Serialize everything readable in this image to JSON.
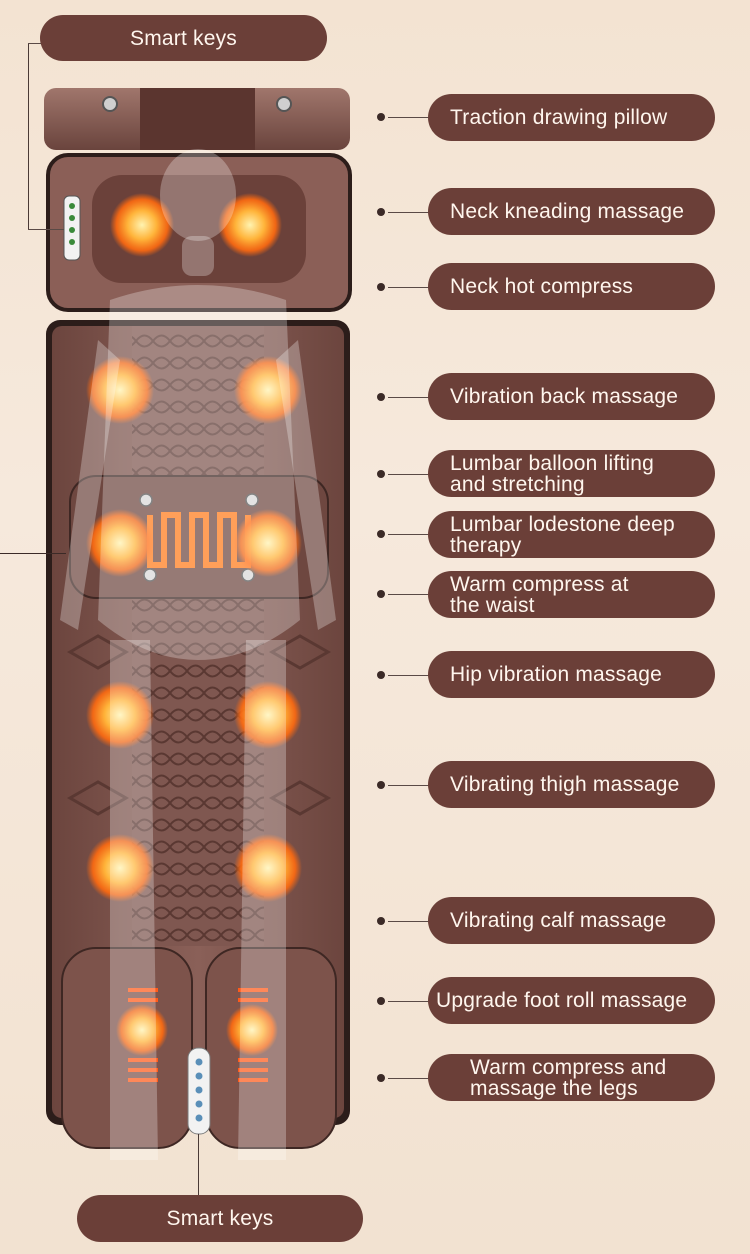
{
  "labels": {
    "smart_keys_top": "Smart keys",
    "smart_keys_bottom": "Smart keys",
    "items": [
      {
        "line1": "Traction drawing pillow",
        "line2": ""
      },
      {
        "line1": "Neck kneading massage",
        "line2": ""
      },
      {
        "line1": "Neck hot compress",
        "line2": ""
      },
      {
        "line1": "Vibration back massage",
        "line2": ""
      },
      {
        "line1": "Lumbar balloon lifting",
        "line2": "and stretching"
      },
      {
        "line1": "Lumbar lodestone deep",
        "line2": "therapy"
      },
      {
        "line1": "Warm compress at",
        "line2": "the waist"
      },
      {
        "line1": "Hip vibration massage",
        "line2": ""
      },
      {
        "line1": "Vibrating thigh massage",
        "line2": ""
      },
      {
        "line1": "Vibrating calf massage",
        "line2": ""
      },
      {
        "line1": "Upgrade foot roll massage",
        "line2": ""
      },
      {
        "line1": "Warm compress and",
        "line2": "massage the legs"
      }
    ]
  },
  "colors": {
    "pill": "#6b3f38",
    "mat": "#7a5149",
    "glow": "#ff8a1c"
  }
}
